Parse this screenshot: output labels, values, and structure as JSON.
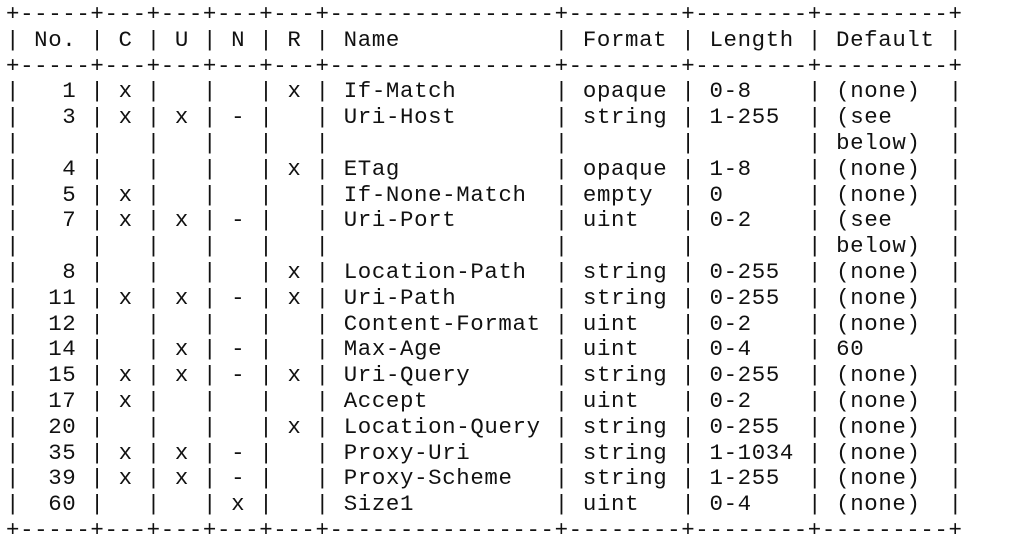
{
  "table": {
    "border": "+-----+---+---+---+---+----------------+--------+--------+---------+",
    "headers": {
      "no": "No.",
      "c": "C",
      "u": "U",
      "n": "N",
      "r": "R",
      "name": "Name",
      "format": "Format",
      "length": "Length",
      "default": "Default"
    },
    "rows": [
      {
        "no": "1",
        "c": "x",
        "u": "",
        "n": "",
        "r": "x",
        "name": "If-Match",
        "format": "opaque",
        "length": "0-8",
        "default": "(none)"
      },
      {
        "no": "3",
        "c": "x",
        "u": "x",
        "n": "-",
        "r": "",
        "name": "Uri-Host",
        "format": "string",
        "length": "1-255",
        "default": "(see"
      },
      {
        "no": "",
        "c": "",
        "u": "",
        "n": "",
        "r": "",
        "name": "",
        "format": "",
        "length": "",
        "default": "below)"
      },
      {
        "no": "4",
        "c": "",
        "u": "",
        "n": "",
        "r": "x",
        "name": "ETag",
        "format": "opaque",
        "length": "1-8",
        "default": "(none)"
      },
      {
        "no": "5",
        "c": "x",
        "u": "",
        "n": "",
        "r": "",
        "name": "If-None-Match",
        "format": "empty",
        "length": "0",
        "default": "(none)"
      },
      {
        "no": "7",
        "c": "x",
        "u": "x",
        "n": "-",
        "r": "",
        "name": "Uri-Port",
        "format": "uint",
        "length": "0-2",
        "default": "(see"
      },
      {
        "no": "",
        "c": "",
        "u": "",
        "n": "",
        "r": "",
        "name": "",
        "format": "",
        "length": "",
        "default": "below)"
      },
      {
        "no": "8",
        "c": "",
        "u": "",
        "n": "",
        "r": "x",
        "name": "Location-Path",
        "format": "string",
        "length": "0-255",
        "default": "(none)"
      },
      {
        "no": "11",
        "c": "x",
        "u": "x",
        "n": "-",
        "r": "x",
        "name": "Uri-Path",
        "format": "string",
        "length": "0-255",
        "default": "(none)"
      },
      {
        "no": "12",
        "c": "",
        "u": "",
        "n": "",
        "r": "",
        "name": "Content-Format",
        "format": "uint",
        "length": "0-2",
        "default": "(none)"
      },
      {
        "no": "14",
        "c": "",
        "u": "x",
        "n": "-",
        "r": "",
        "name": "Max-Age",
        "format": "uint",
        "length": "0-4",
        "default": "60"
      },
      {
        "no": "15",
        "c": "x",
        "u": "x",
        "n": "-",
        "r": "x",
        "name": "Uri-Query",
        "format": "string",
        "length": "0-255",
        "default": "(none)"
      },
      {
        "no": "17",
        "c": "x",
        "u": "",
        "n": "",
        "r": "",
        "name": "Accept",
        "format": "uint",
        "length": "0-2",
        "default": "(none)"
      },
      {
        "no": "20",
        "c": "",
        "u": "",
        "n": "",
        "r": "x",
        "name": "Location-Query",
        "format": "string",
        "length": "0-255",
        "default": "(none)"
      },
      {
        "no": "35",
        "c": "x",
        "u": "x",
        "n": "-",
        "r": "",
        "name": "Proxy-Uri",
        "format": "string",
        "length": "1-1034",
        "default": "(none)"
      },
      {
        "no": "39",
        "c": "x",
        "u": "x",
        "n": "-",
        "r": "",
        "name": "Proxy-Scheme",
        "format": "string",
        "length": "1-255",
        "default": "(none)"
      },
      {
        "no": "60",
        "c": "",
        "u": "",
        "n": "x",
        "r": "",
        "name": "Size1",
        "format": "uint",
        "length": "0-4",
        "default": "(none)"
      }
    ]
  }
}
